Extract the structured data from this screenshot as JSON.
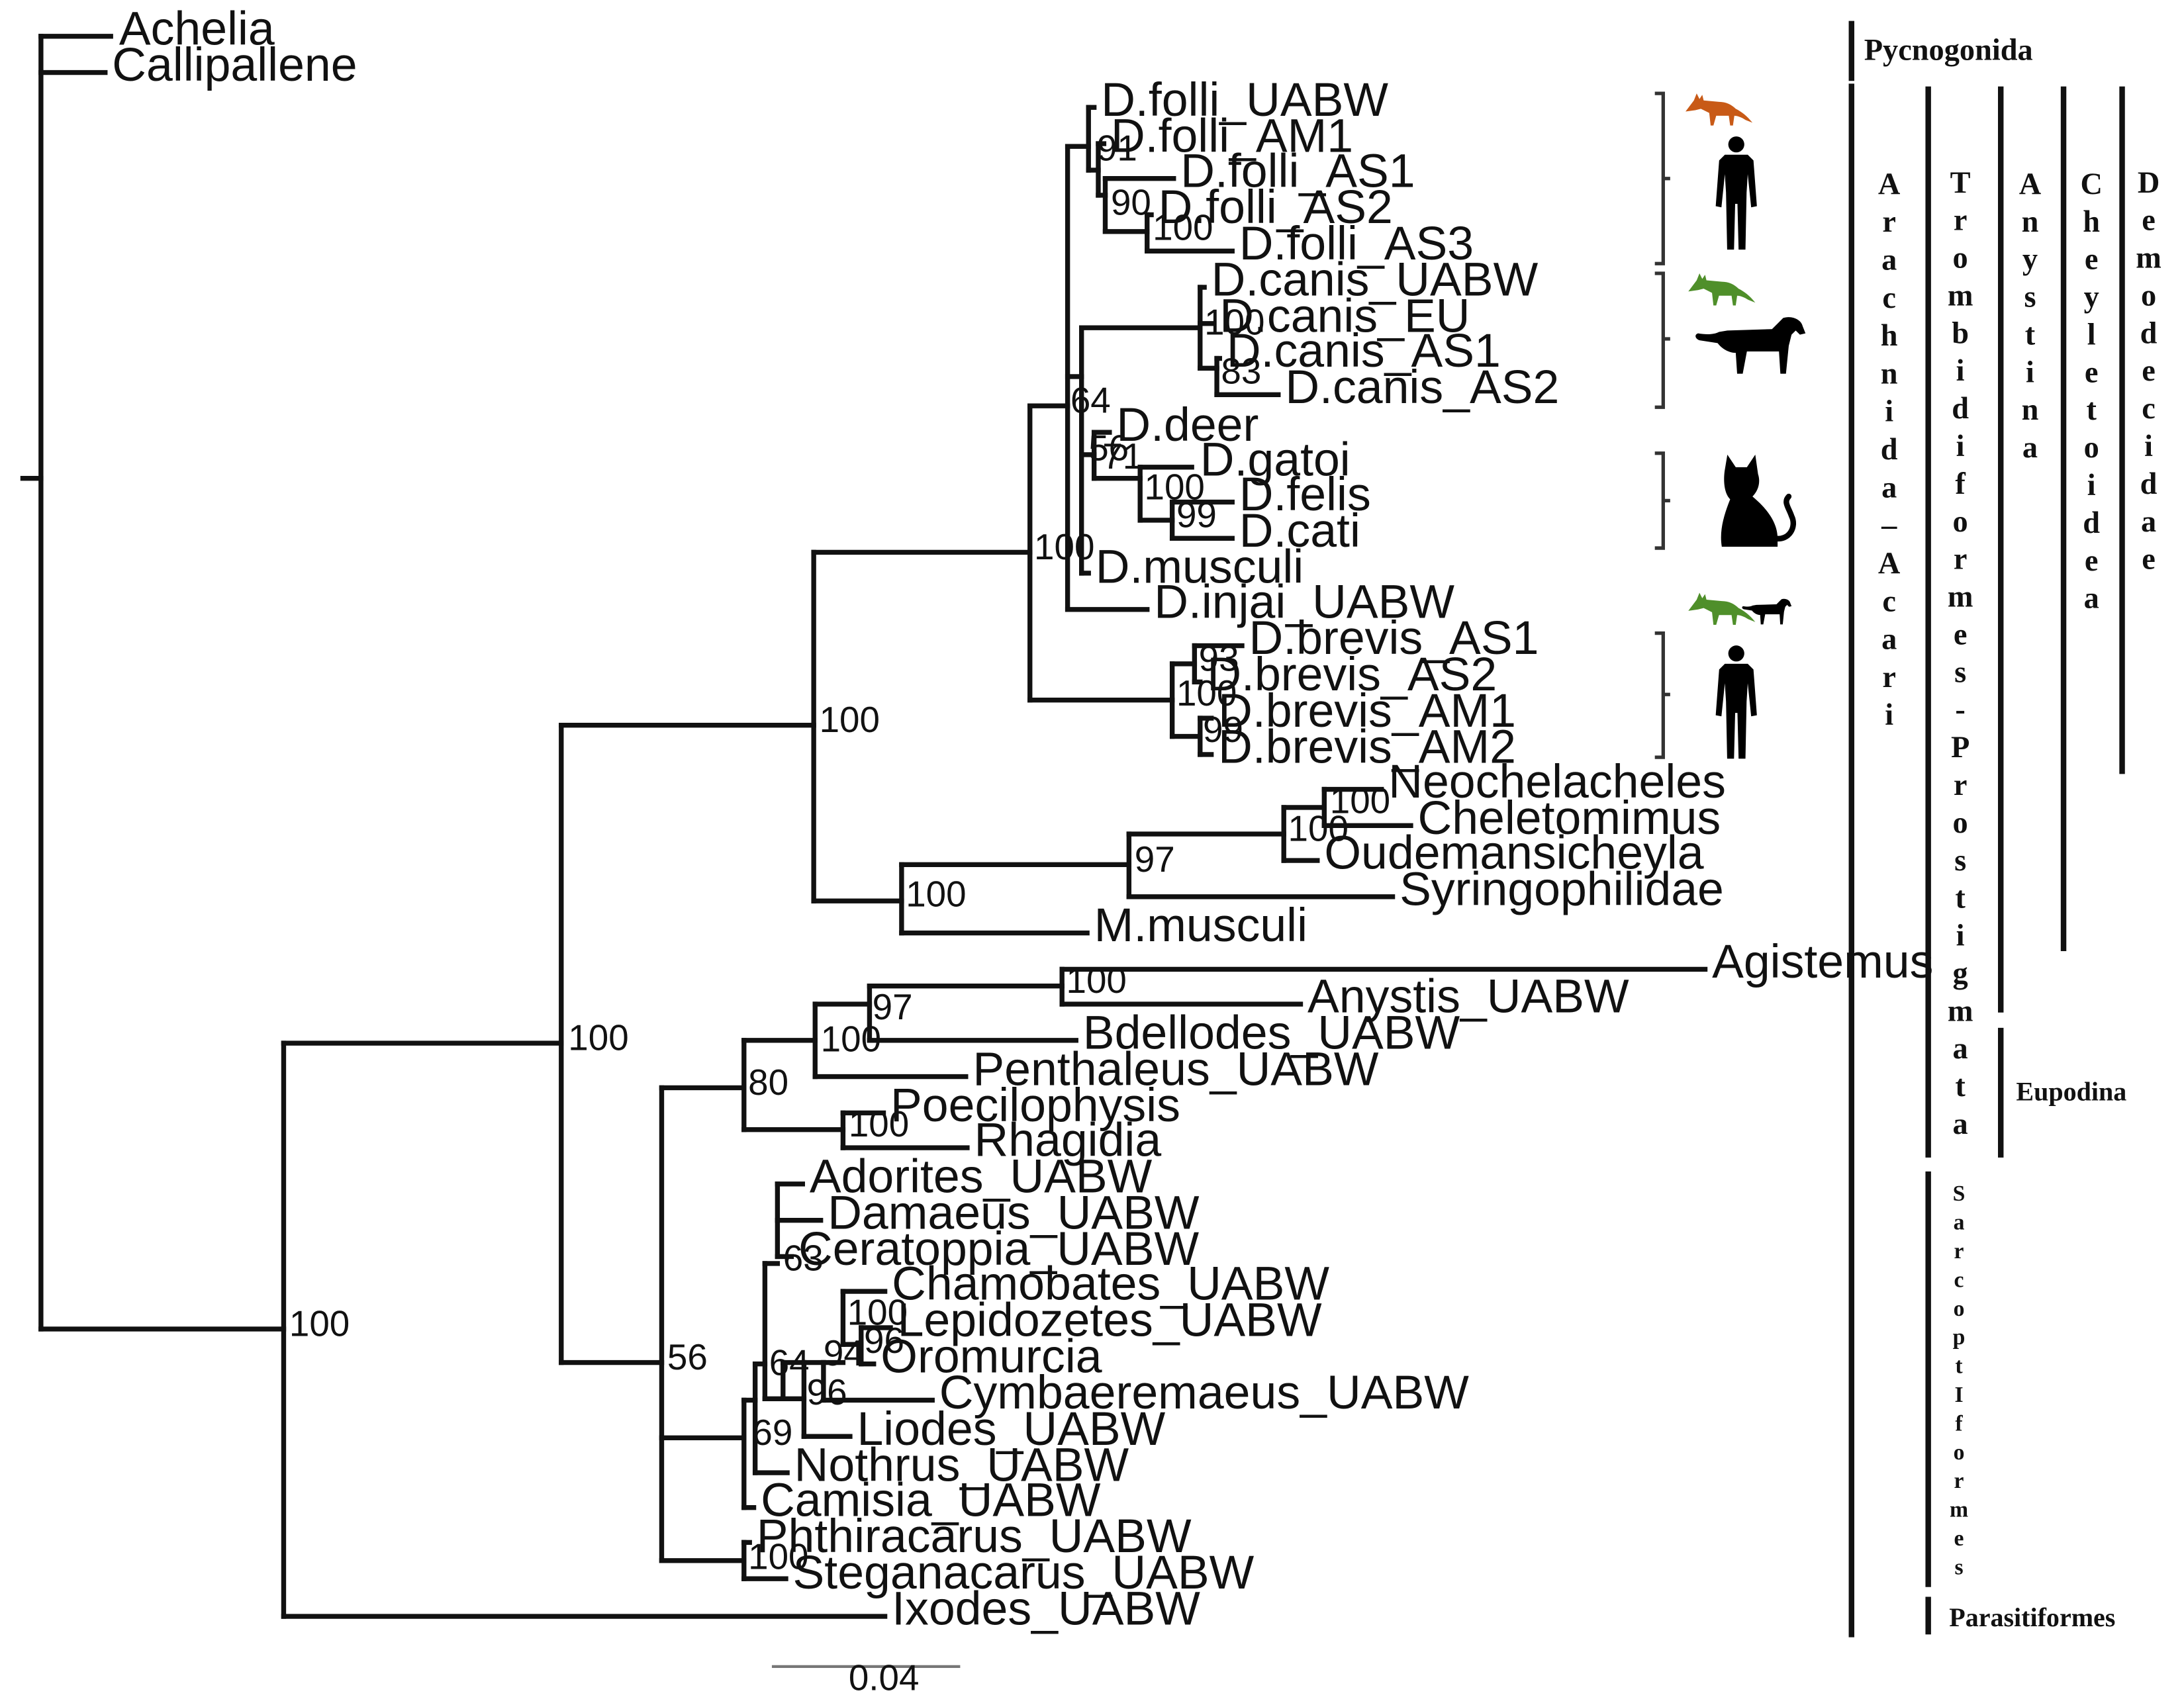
{
  "taxa": [
    "Achelia",
    "Callipallene",
    "D.folli_UABW",
    "D.folli_AM1",
    "D.folli_AS1",
    "D.folli_AS2",
    "D.folli_AS3",
    "D.canis_UABW",
    "D.canis_EU",
    "D.canis_AS1",
    "D.canis_AS2",
    "D.deer",
    "D.gatoi",
    "D.felis",
    "D.cati",
    "D.musculi",
    "D.injai_UABW",
    "D.brevis_AS1",
    "D.brevis_AS2",
    "D.brevis_AM1",
    "D.brevis_AM2",
    "Neochelacheles",
    "Cheletomimus",
    "Oudemansicheyla",
    "Syringophilidae",
    "M.musculi",
    "Agistemus",
    "Anystis_UABW",
    "Bdellodes_UABW",
    "Penthaleus_UABW",
    "Poecilophysis",
    "Rhagidia",
    "Adorites_UABW",
    "Damaeus_UABW",
    "Ceratoppia_UABW",
    "Chamobates_UABW",
    "Lepidozetes_UABW",
    "Oromurcia",
    "Cymbaeremaeus_UABW",
    "Liodes_UABW",
    "Nothrus_UABW",
    "Camisia_UABW",
    "Phthiracarus_UABW",
    "Steganacarus_UABW",
    "Ixodes_UABW"
  ],
  "support": [
    "91",
    "90",
    "100",
    "100",
    "83",
    "64",
    "56",
    "71",
    "100",
    "99",
    "100",
    "93",
    "100",
    "99",
    "100",
    "100",
    "100",
    "97",
    "100",
    "100",
    "97",
    "100",
    "80",
    "100",
    "63",
    "100",
    "96",
    "94",
    "96",
    "64",
    "69",
    "56",
    "100",
    "100"
  ],
  "scale_bar": "0.04",
  "groups": {
    "pycnogonida": "Pycnogonida",
    "arachnida": "Arachnida–Acari",
    "trombidiformes": "Trombidiformes-Prostigmata",
    "anystina": "Anystina",
    "cheyletoidea": "Cheyletoidea",
    "demodecidae": "Demodecidae",
    "eupodina": "Eupodina",
    "sarcoptiformes": "SarcoptIformes",
    "parasitiformes": "Parasitiformes"
  },
  "hosts": [
    {
      "icon": "fox-icon",
      "color": "#c85a17"
    },
    {
      "icon": "human-icon",
      "color": "#000000"
    },
    {
      "icon": "fox-icon",
      "color": "#4f8f2a"
    },
    {
      "icon": "dog-icon",
      "color": "#000000"
    },
    {
      "icon": "cat-icon",
      "color": "#000000"
    },
    {
      "icon": "fox-icon",
      "color": "#4f8f2a"
    },
    {
      "icon": "dog-icon",
      "color": "#000000"
    },
    {
      "icon": "human-icon",
      "color": "#000000"
    }
  ]
}
